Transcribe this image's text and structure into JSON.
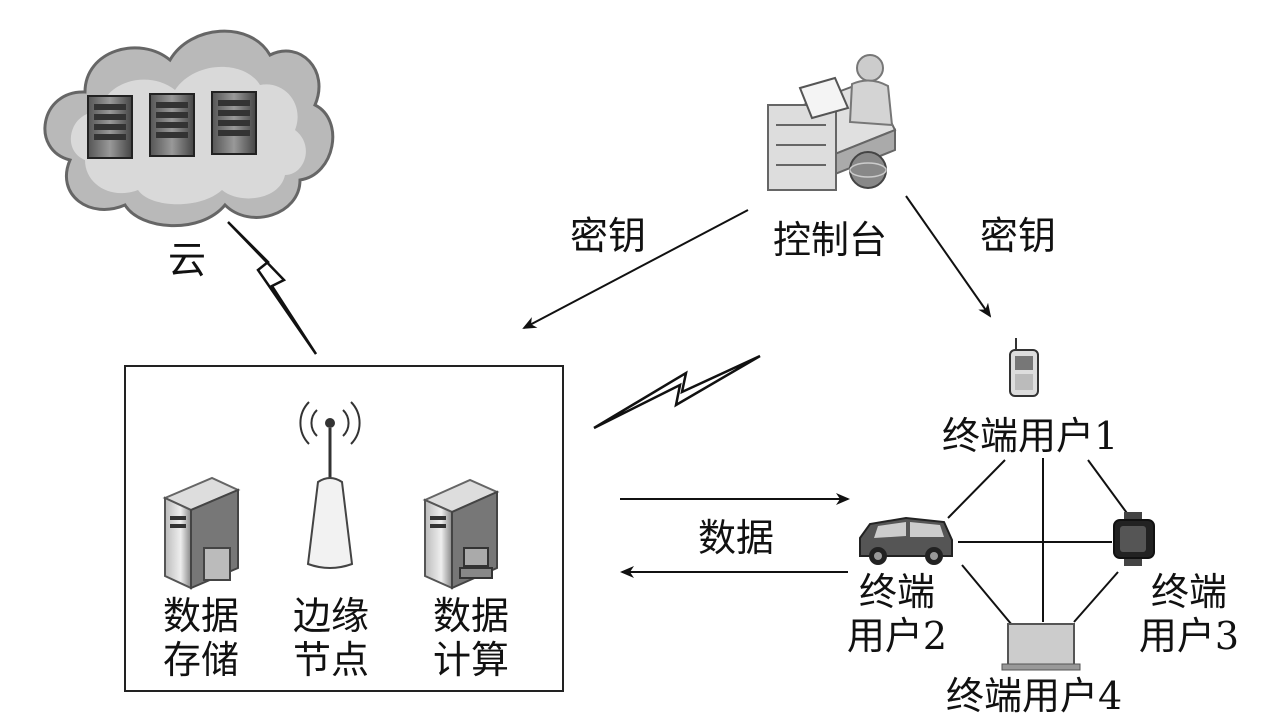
{
  "cloud": {
    "label": "云"
  },
  "console": {
    "label": "控制台"
  },
  "key_left": {
    "label": "密钥"
  },
  "key_right": {
    "label": "密钥"
  },
  "data_flow": {
    "label": "数据"
  },
  "edge_box": {
    "storage": {
      "line1": "数据",
      "line2": "存储"
    },
    "edge_node": {
      "line1": "边缘",
      "line2": "节点"
    },
    "compute": {
      "line1": "数据",
      "line2": "计算"
    }
  },
  "users": {
    "user1": {
      "label": "终端用户1"
    },
    "user2": {
      "line1": "终端",
      "line2": "用户2"
    },
    "user3": {
      "line1": "终端",
      "line2": "用户3"
    },
    "user4": {
      "label": "终端用户4"
    }
  }
}
